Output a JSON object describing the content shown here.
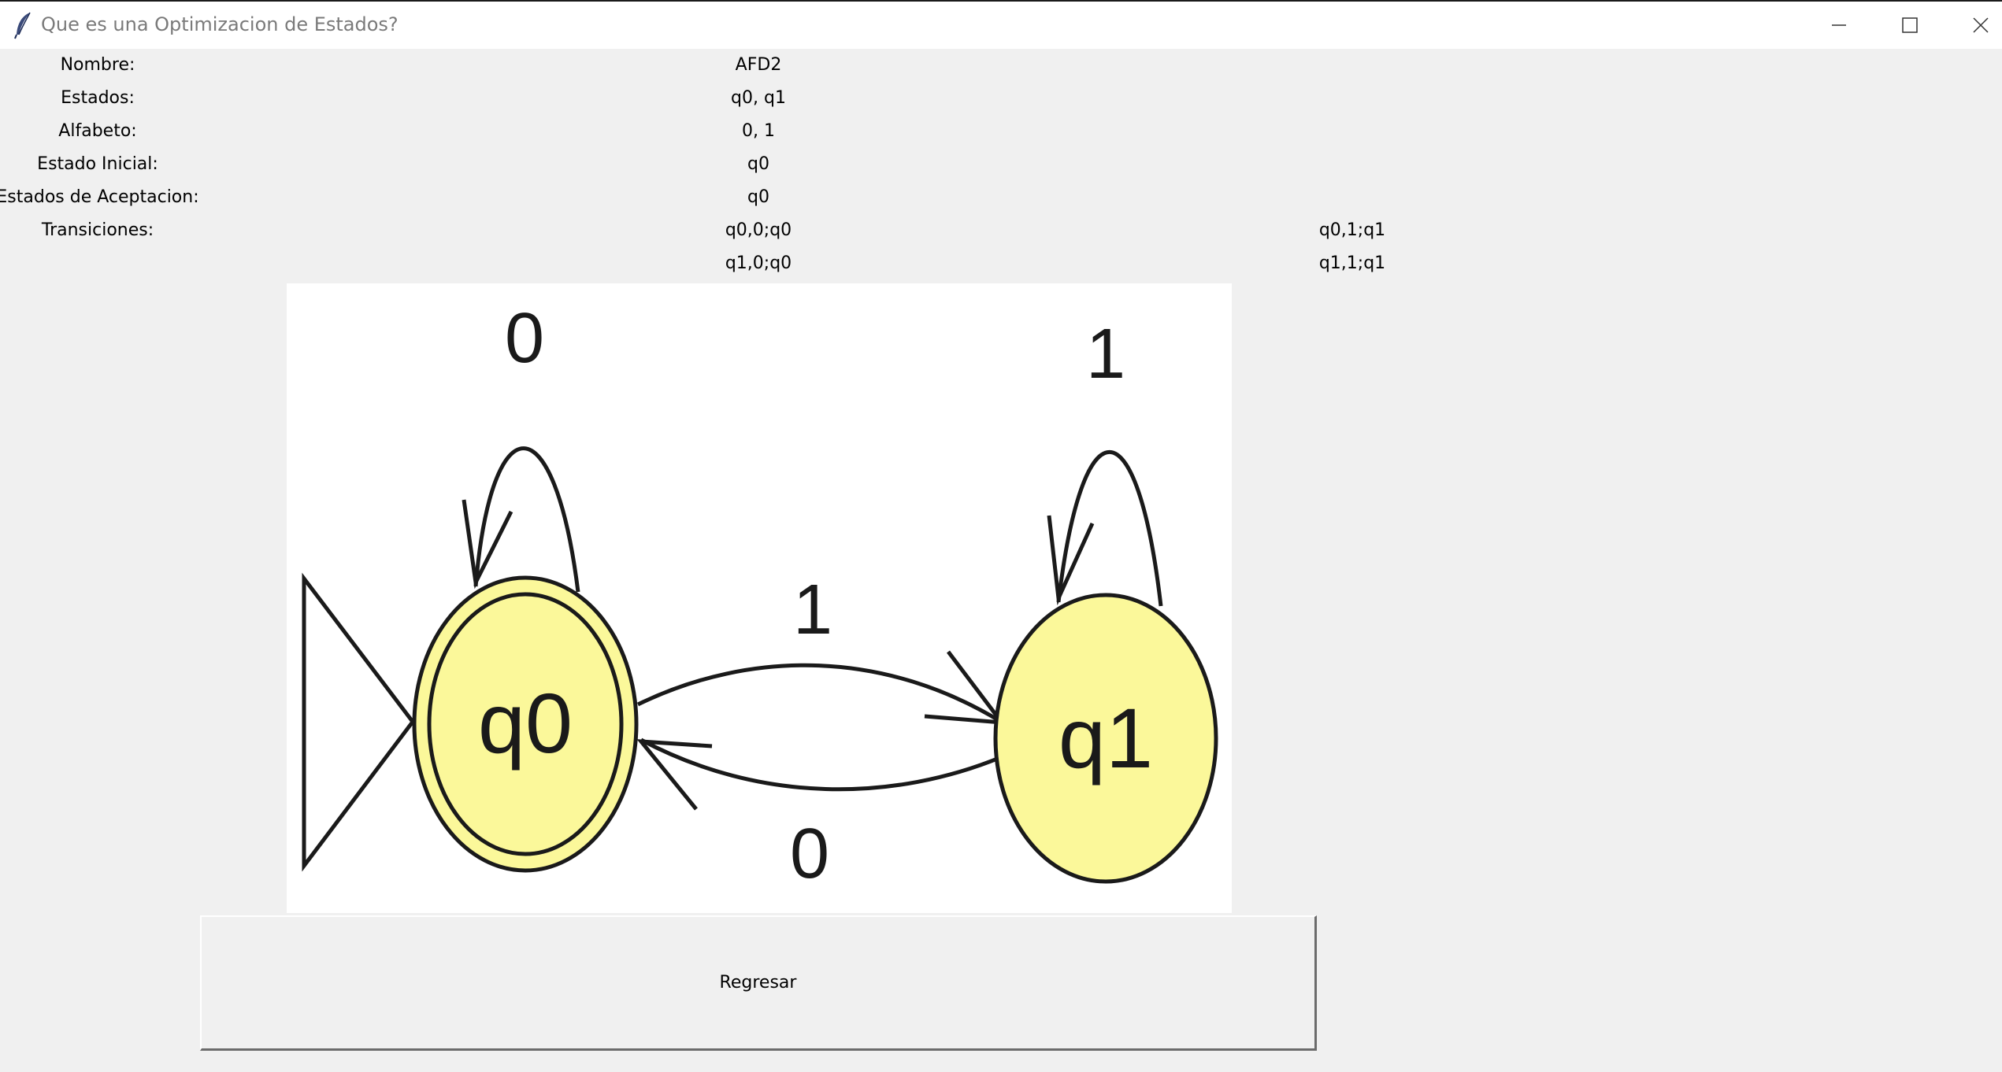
{
  "window": {
    "title": "Que es una Optimizacion de Estados?",
    "app_icon": "feather-icon",
    "controls": [
      "minimize-icon",
      "maximize-icon",
      "close-icon"
    ]
  },
  "automaton": {
    "labels": {
      "name": "Nombre:",
      "states": "Estados:",
      "alphabet": "Alfabeto:",
      "initial_state": "Estado Inicial:",
      "accepting_states": "Estados de Aceptacion:",
      "transitions": "Transiciones:"
    },
    "values": {
      "name": "AFD2",
      "states": "q0, q1",
      "alphabet": "0, 1",
      "initial_state": "q0",
      "accepting_states": "q0"
    },
    "transitions": [
      [
        "q0,0;q0",
        "q0,1;q1"
      ],
      [
        "q1,0;q0",
        "q1,1;q1"
      ]
    ]
  },
  "diagram": {
    "states": [
      {
        "id": "q0",
        "label": "q0",
        "accepting": true,
        "initial": true
      },
      {
        "id": "q1",
        "label": "q1",
        "accepting": false,
        "initial": false
      }
    ],
    "edges": [
      {
        "from": "q0",
        "to": "q0",
        "label": "0"
      },
      {
        "from": "q1",
        "to": "q1",
        "label": "1"
      },
      {
        "from": "q0",
        "to": "q1",
        "label": "1"
      },
      {
        "from": "q1",
        "to": "q0",
        "label": "0"
      }
    ],
    "colors": {
      "state_fill": "#fbf89a",
      "stroke": "#1a1a1a",
      "background": "#ffffff"
    }
  },
  "buttons": {
    "back": "Regresar"
  }
}
